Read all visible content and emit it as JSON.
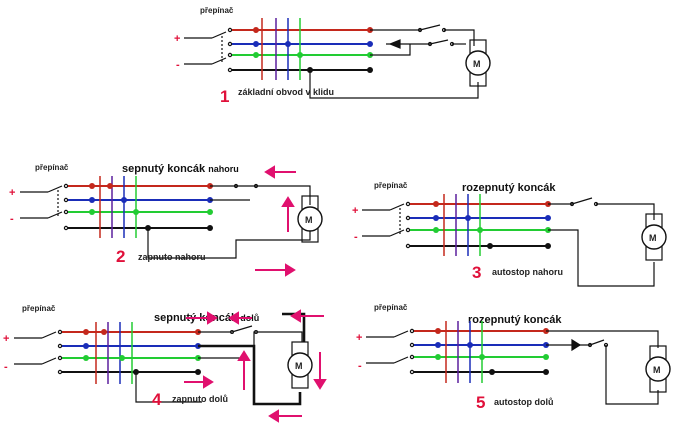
{
  "colors": {
    "red": "#c4281c",
    "blue": "#1a2db8",
    "green": "#22cc33",
    "black": "#111111",
    "purple": "#5a1f9e",
    "accent": "#e0106e",
    "number": "#e0103a"
  },
  "icons": {
    "motor": "motor-symbol-icon",
    "arrow": "direction-arrow-icon"
  },
  "diagrams": [
    {
      "switch_label": "přepínač",
      "plus": "+",
      "minus": "-",
      "motor_label": "M",
      "number": "1",
      "caption": "základní obvod v klidu",
      "title_bold": "",
      "title_rest": ""
    },
    {
      "switch_label": "přepínač",
      "plus": "+",
      "minus": "-",
      "motor_label": "M",
      "number": "2",
      "caption": "zapnuto nahoru",
      "title_bold": "sepnutý koncák",
      "title_rest": "nahoru"
    },
    {
      "switch_label": "přepínač",
      "plus": "+",
      "minus": "-",
      "motor_label": "M",
      "number": "3",
      "caption": "autostop nahoru",
      "title_bold": "rozepnutý koncák",
      "title_rest": ""
    },
    {
      "switch_label": "přepínač",
      "plus": "+",
      "minus": "-",
      "motor_label": "M",
      "number": "4",
      "caption": "zapnuto dolů",
      "title_bold": "sepnutý koncák",
      "title_rest": "dolů"
    },
    {
      "switch_label": "přepínač",
      "plus": "+",
      "minus": "-",
      "motor_label": "M",
      "number": "5",
      "caption": "autostop dolů",
      "title_bold": "rozepnutý koncák",
      "title_rest": ""
    }
  ]
}
